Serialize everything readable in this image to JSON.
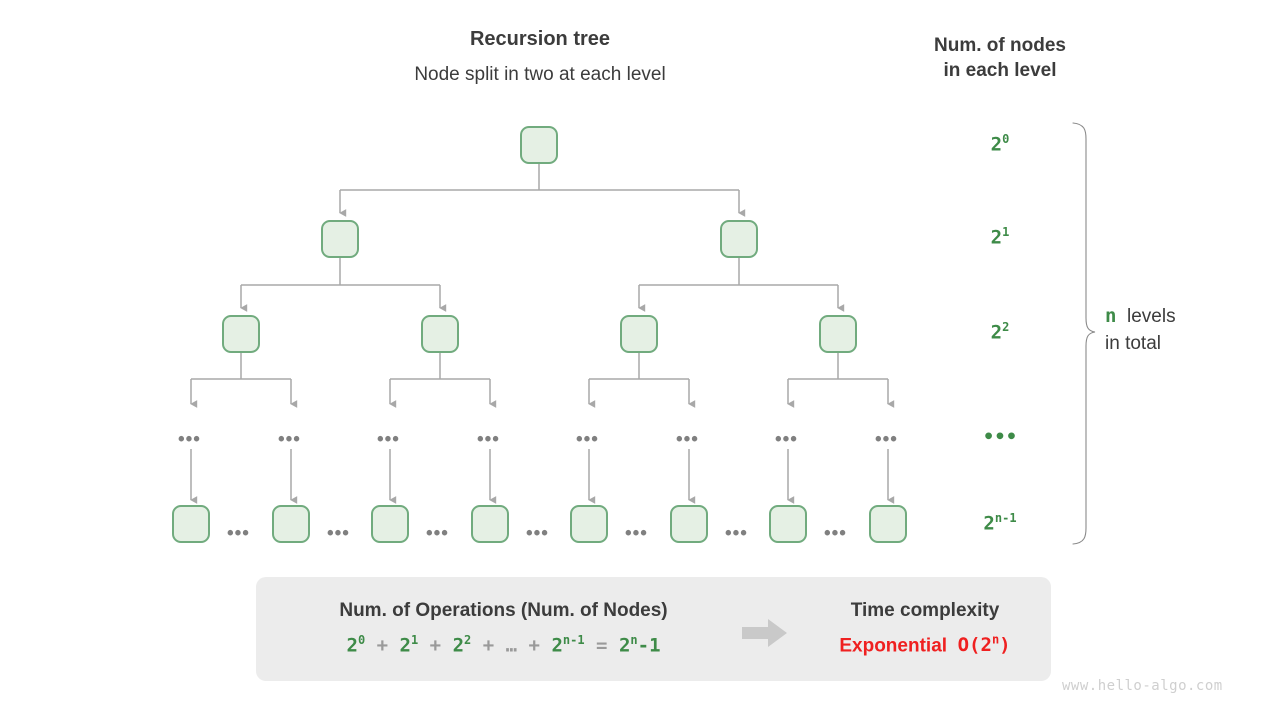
{
  "tree": {
    "title": "Recursion tree",
    "subtitle": "Node split in two at each level",
    "ellipsis": "•••"
  },
  "counts": {
    "title_line1": "Num. of nodes",
    "title_line2": "in each level",
    "levels": [
      {
        "base": "2",
        "exp": "0"
      },
      {
        "base": "2",
        "exp": "1"
      },
      {
        "base": "2",
        "exp": "2"
      },
      {
        "base": "•••",
        "exp": ""
      },
      {
        "base": "2",
        "exp": "n-1"
      }
    ]
  },
  "brace": {
    "variable": "n",
    "line1": "levels",
    "line2": "in total"
  },
  "panel": {
    "left_heading": "Num. of Operations (Num. of Nodes)",
    "formula": {
      "t1": "2",
      "t1e": "0",
      "op1": "+",
      "t2": "2",
      "t2e": "1",
      "op2": "+",
      "t3": "2",
      "t3e": "2",
      "op3": "+",
      "ell": "…",
      "op4": "+",
      "t4": "2",
      "t4e": "n-1",
      "eq": "=",
      "t5": "2",
      "t5e": "n",
      "t5tail": "-1"
    },
    "right_heading": "Time complexity",
    "complexity_word": "Exponential",
    "complexity_big_o": "O(2",
    "complexity_big_o_exp": "n",
    "complexity_big_o_tail": ")"
  },
  "watermark": "www.hello-algo.com",
  "colors": {
    "node_border": "#71ab7e",
    "node_fill": "#e5f0e4",
    "green_text": "#3e8b48",
    "edge": "#a8a8a8",
    "panel_bg": "#ececec",
    "red": "#ef2020",
    "dark_text": "#3c3c3c"
  }
}
